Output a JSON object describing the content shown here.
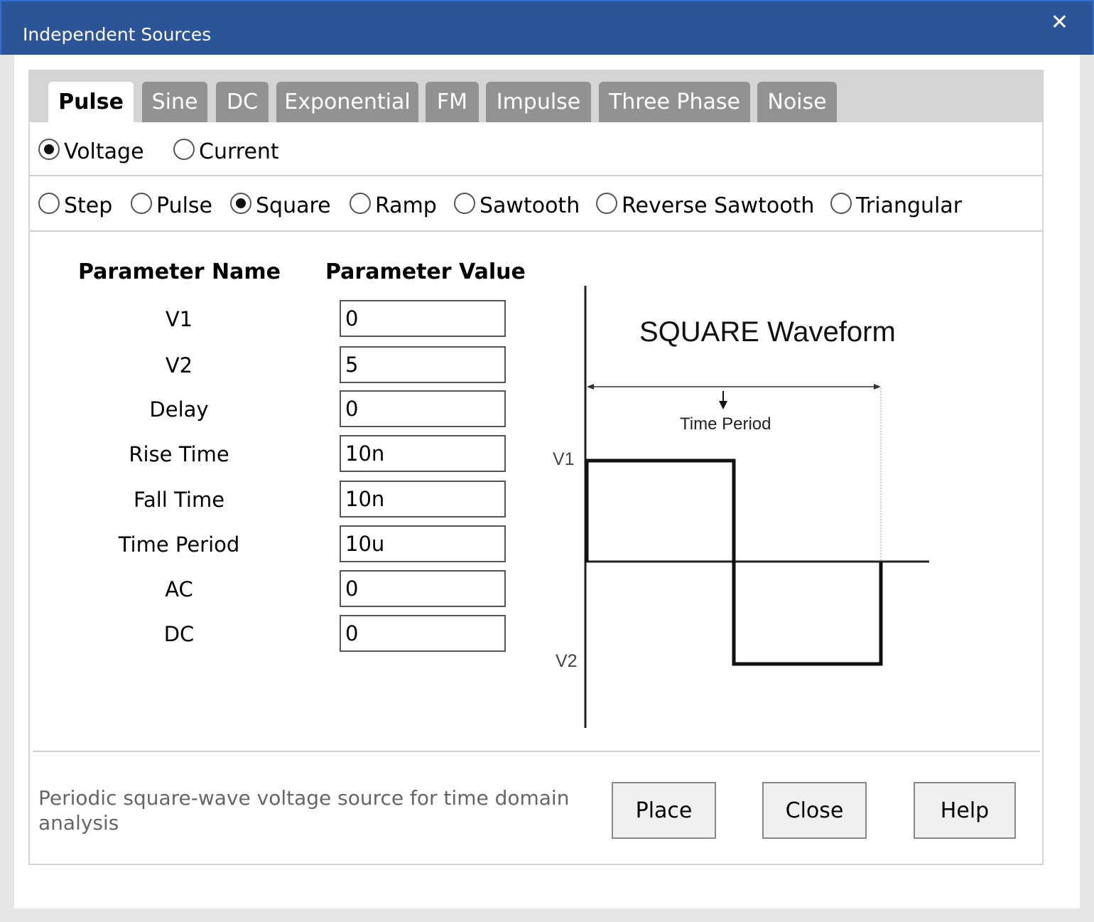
{
  "window": {
    "title": "Independent Sources",
    "close_glyph": "✕"
  },
  "tabs": [
    {
      "label": "Pulse",
      "active": true
    },
    {
      "label": "Sine"
    },
    {
      "label": "DC"
    },
    {
      "label": "Exponential"
    },
    {
      "label": "FM"
    },
    {
      "label": "Impulse"
    },
    {
      "label": "Three Phase"
    },
    {
      "label": "Noise"
    }
  ],
  "source_type": {
    "options": [
      "Voltage",
      "Current"
    ],
    "selected": "Voltage"
  },
  "waveform_type": {
    "options": [
      "Step",
      "Pulse",
      "Square",
      "Ramp",
      "Sawtooth",
      "Reverse Sawtooth",
      "Triangular"
    ],
    "selected": "Square"
  },
  "params": {
    "header_name": "Parameter Name",
    "header_value": "Parameter Value",
    "rows": [
      {
        "name": "V1",
        "value": "0"
      },
      {
        "name": "V2",
        "value": "5"
      },
      {
        "name": "Delay",
        "value": "0"
      },
      {
        "name": "Rise Time",
        "value": "10n"
      },
      {
        "name": "Fall Time",
        "value": "10n"
      },
      {
        "name": "Time Period",
        "value": "10u"
      },
      {
        "name": "AC",
        "value": "0"
      },
      {
        "name": "DC",
        "value": "0"
      }
    ]
  },
  "diagram": {
    "title": "SQUARE Waveform",
    "period_label": "Time Period",
    "v1_label": "V1",
    "v2_label": "V2"
  },
  "description": "Periodic square-wave voltage source for time domain analysis",
  "buttons": {
    "place": "Place",
    "close": "Close",
    "help": "Help"
  }
}
